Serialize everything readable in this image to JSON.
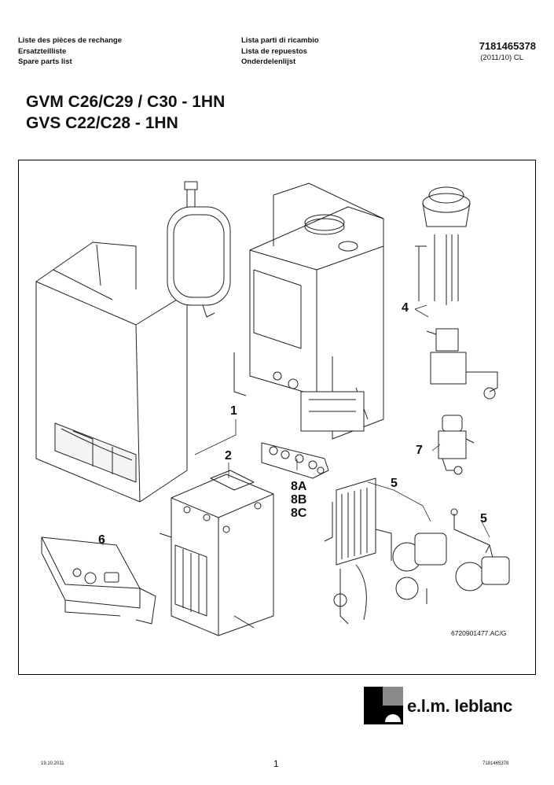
{
  "header": {
    "col1": [
      "Liste des pièces de rechange",
      "Ersatzteilliste",
      "Spare parts list"
    ],
    "col2": [
      "Lista parti di ricambio",
      "Lista de repuestos",
      "Onderdelenlijst"
    ],
    "doc_number": "7181465378",
    "doc_revision": "(2011/10) CL"
  },
  "titles": [
    "GVM C26/C29 / C30 - 1HN",
    "GVS C22/C28 - 1HN"
  ],
  "drawing": {
    "labels": {
      "l1": "1",
      "l2": "2",
      "l4": "4",
      "l5a": "5",
      "l5b": "5",
      "l6": "6",
      "l7": "7",
      "l8a": "8A",
      "l8b": "8B",
      "l8c": "8C"
    },
    "figure_ref": "6720901477.AC/G"
  },
  "brand": {
    "name": "e.l.m. leblanc",
    "logo": "elm-leblanc-logo"
  },
  "footer": {
    "date": "19.10.2011",
    "page": "1",
    "doc_number": "7181465378"
  }
}
